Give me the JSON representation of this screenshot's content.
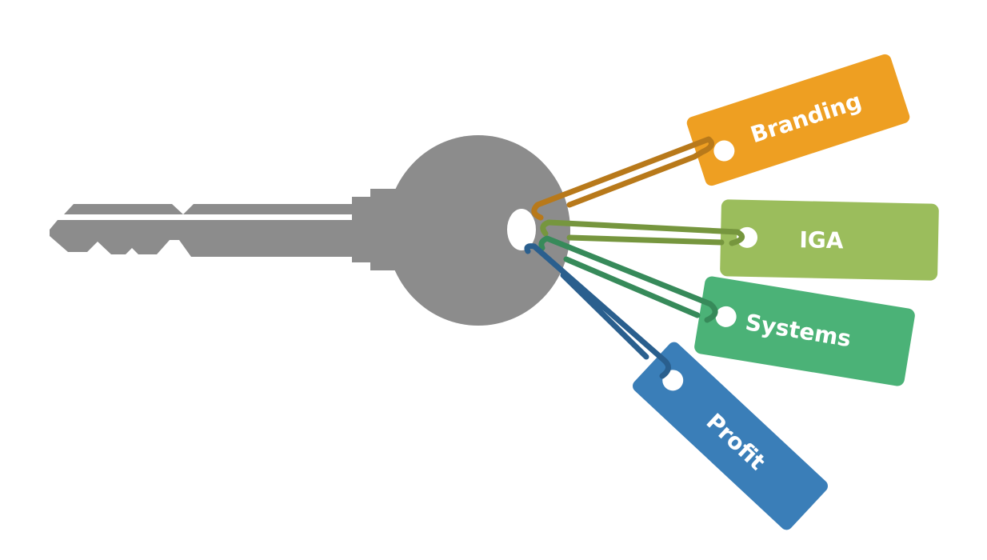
{
  "colors": {
    "key": "#8c8c8c",
    "branding": "#ee9f22",
    "branding_loop": "#b8791a",
    "iga": "#9bbd5c",
    "iga_loop": "#76963e",
    "systems": "#4bb277",
    "systems_loop": "#378a5a",
    "profit": "#3a7eb8",
    "profit_loop": "#2a5f8e"
  },
  "tags": [
    {
      "id": "branding",
      "label": "Branding"
    },
    {
      "id": "iga",
      "label": "IGA"
    },
    {
      "id": "systems",
      "label": "Systems"
    },
    {
      "id": "profit",
      "label": "Profit"
    }
  ]
}
